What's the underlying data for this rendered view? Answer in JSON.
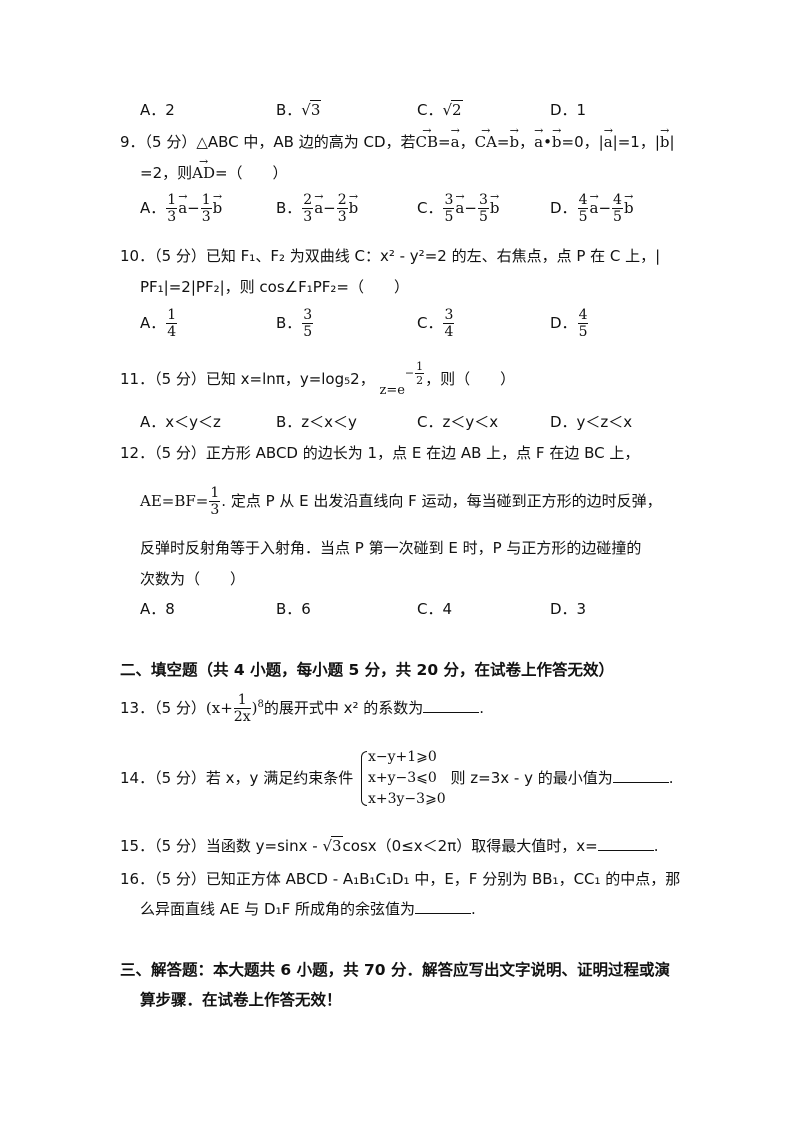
{
  "q8_options": {
    "a": "A．2",
    "b": "B．",
    "b_rad": "3",
    "c": "C．",
    "c_rad": "2",
    "d": "D．1"
  },
  "q9": {
    "num": "9．",
    "line1a": "（5 分）△ABC 中，AB 边的高为 CD，若",
    "v_CB": "CB",
    "eq_a": "=",
    "v_a1": "a",
    "sep1": "，",
    "v_CA": "CA",
    "eq_b": "=",
    "v_b1": "b",
    "sep2": "，",
    "v_a2": "a",
    "dot": "•",
    "v_b2": "b",
    "tail1": "=0，|",
    "v_a3": "a",
    "tail2": "|=1，|",
    "v_b3": "b",
    "tail3": "|",
    "line2a": "=2，则",
    "v_AD": "AD",
    "line2b": "=（　　）",
    "options": [
      {
        "label": "A．",
        "n1": "1",
        "d1": "3",
        "op": "−",
        "n2": "1",
        "d2": "3"
      },
      {
        "label": "B．",
        "n1": "2",
        "d1": "3",
        "op": "−",
        "n2": "2",
        "d2": "3"
      },
      {
        "label": "C．",
        "n1": "3",
        "d1": "5",
        "op": "−",
        "n2": "3",
        "d2": "5"
      },
      {
        "label": "D．",
        "n1": "4",
        "d1": "5",
        "op": "−",
        "n2": "4",
        "d2": "5"
      }
    ],
    "va": "a",
    "vb": "b"
  },
  "q10": {
    "num": "10．",
    "line1": "（5 分）已知 F₁、F₂ 为双曲线 C：x² - y²=2 的左、右焦点，点 P 在 C 上，|",
    "line2": "PF₁|=2|PF₂|，则 cos∠F₁PF₂=（　　）",
    "options": [
      {
        "label": "A．",
        "n": "1",
        "d": "4"
      },
      {
        "label": "B．",
        "n": "3",
        "d": "5"
      },
      {
        "label": "C．",
        "n": "3",
        "d": "4"
      },
      {
        "label": "D．",
        "n": "4",
        "d": "5"
      }
    ]
  },
  "q11": {
    "num": "11．",
    "text": "（5 分）已知 x=lnπ，y=log₅2，",
    "z": "z=e",
    "exp_sign": "−",
    "exp_n": "1",
    "exp_d": "2",
    "tail": "，则（　　）",
    "options": [
      "A．x＜y＜z",
      "B．z＜x＜y",
      "C．z＜y＜x",
      "D．y＜z＜x"
    ]
  },
  "q12": {
    "num": "12．",
    "line1": "（5 分）正方形 ABCD 的边长为 1，点 E 在边 AB 上，点 F 在边 BC 上，",
    "ae": "AE=BF=",
    "fn": "1",
    "fd": "3",
    "line2": ". 定点 P 从 E 出发沿直线向 F 运动，每当碰到正方形的边时反弹，",
    "line3": "反弹时反射角等于入射角．当点 P 第一次碰到 E 时，P 与正方形的边碰撞的",
    "line4": "次数为（　　）",
    "options": [
      "A．8",
      "B．6",
      "C．4",
      "D．3"
    ]
  },
  "section2": "二、填空题（共 4 小题，每小题 5 分，共 20 分，在试卷上作答无效）",
  "q13": {
    "num": "13．",
    "pre": "（5 分）",
    "lp": "(x+",
    "n": "1",
    "d": "2x",
    "rp": ")",
    "pow": "8",
    "tail": "的展开式中 x² 的系数为",
    "end": "."
  },
  "q14": {
    "num": "14．",
    "pre": "（5 分）若 x，y 满足约束条件",
    "rows": [
      "x−y+1⩾0",
      "x+y−3⩽0",
      "x+3y−3⩾0"
    ],
    "tail": "则 z=3x - y 的最小值为",
    "end": "."
  },
  "q15": {
    "num": "15．",
    "pre": "（5 分）当函数 y=sinx - ",
    "rad": "3",
    "tail": "cosx（0≤x＜2π）取得最大值时，x=",
    "end": "."
  },
  "q16": {
    "num": "16．",
    "line1": "（5 分）已知正方体 ABCD - A₁B₁C₁D₁ 中，E，F 分别为 BB₁，CC₁ 的中点，那",
    "line2": "么异面直线 AE 与 D₁F 所成角的余弦值为",
    "end": "."
  },
  "section3": {
    "line1": "三、解答题：本大题共 6 小题，共 70 分．解答应写出文字说明、证明过程或演",
    "line2": "算步骤．在试卷上作答无效！"
  }
}
